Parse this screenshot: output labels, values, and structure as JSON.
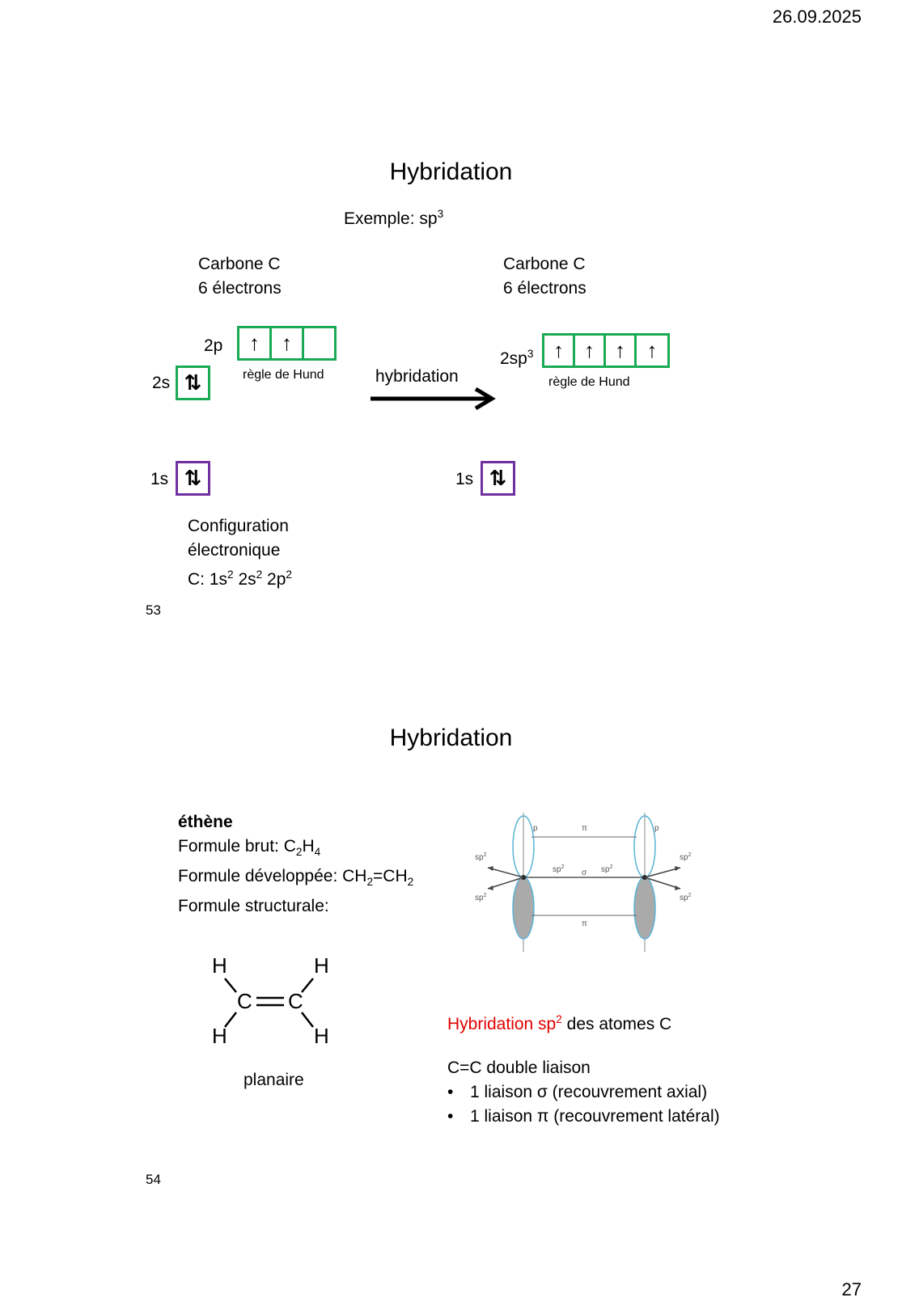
{
  "header": {
    "date": "26.09.2025"
  },
  "footer": {
    "page_number": "27"
  },
  "slide53": {
    "number": "53",
    "title": "Hybridation",
    "example_prefix": "Exemple: sp",
    "example_sup": "3",
    "left_atom": "Carbone C",
    "left_electrons": "6 électrons",
    "right_atom": "Carbone C",
    "right_electrons": "6 électrons",
    "label_2p": "2p",
    "label_2s": "2s",
    "label_1s_left": "1s",
    "label_1s_right": "1s",
    "label_2sp3_base": "2sp",
    "label_2sp3_sup": "3",
    "hund_left": "règle de Hund",
    "hund_right": "règle de Hund",
    "arrow_label": "hybridation",
    "orbital_2p": [
      "↑",
      "↑",
      ""
    ],
    "orbital_2s": "⇅",
    "orbital_1s": "⇅",
    "orbital_2sp3": [
      "↑",
      "↑",
      "↑",
      "↑"
    ],
    "config_line1": "Configuration",
    "config_line2": "électronique",
    "config_prefix": "C: 1s",
    "config_sup1": "2",
    "config_mid1": " 2s",
    "config_sup2": "2",
    "config_mid2": " 2p",
    "config_sup3": "2",
    "colors": {
      "sp_box": "#1aaa55",
      "core_box": "#7030a0"
    }
  },
  "slide54": {
    "number": "54",
    "title": "Hybridation",
    "molecule": "éthène",
    "brut_prefix": "Formule brut: C",
    "brut_sub1": "2",
    "brut_mid": "H",
    "brut_sub2": "4",
    "dev_prefix": "Formule développée: CH",
    "dev_sub1": "2",
    "dev_mid": "=CH",
    "dev_sub2": "2",
    "structural": "Formule structurale:",
    "planar": "planaire",
    "struct_atoms": {
      "h": "H",
      "c": "C"
    },
    "hyb_red": "Hybridation sp",
    "hyb_sup": "2",
    "hyb_rest": " des atomes C",
    "double_bond": "C=C double liaison",
    "bullets": [
      "1 liaison σ (recouvrement axial)",
      "1 liaison π (recouvrement latéral)"
    ],
    "figure_labels": {
      "p": "p",
      "pi": "π",
      "sigma": "σ",
      "sp2_base": "sp",
      "sp2_sup": "2"
    },
    "colors": {
      "highlight": "#e00000",
      "lobe_outline": "#5ab4d6"
    }
  }
}
